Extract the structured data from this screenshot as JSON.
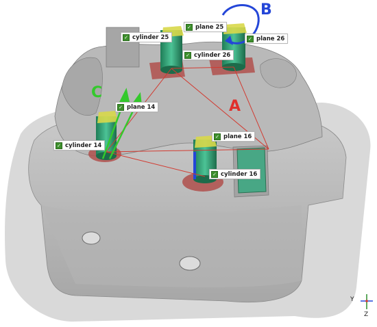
{
  "annotations": {
    "A": {
      "label": "A",
      "color": "#e0302c"
    },
    "B": {
      "label": "B",
      "color": "#2446d8"
    },
    "C": {
      "label": "C",
      "color": "#34c92c"
    }
  },
  "labels": {
    "cylinder25": "cylinder 25",
    "plane25": "plane 25",
    "plane26": "plane 26",
    "cylinder26": "cylinder 26",
    "plane14": "plane 14",
    "cylinder14": "cylinder 14",
    "plane16": "plane 16",
    "cylinder16": "cylinder 16"
  },
  "axes": {
    "y": "Y",
    "z": "Z"
  },
  "colors": {
    "model": "#9c9c9c",
    "scanbody": "#2e9a6e",
    "plane": "#d8d84a",
    "gingiva": "#b0504c",
    "line": "#d23a30",
    "check": "#3d8f2c"
  }
}
